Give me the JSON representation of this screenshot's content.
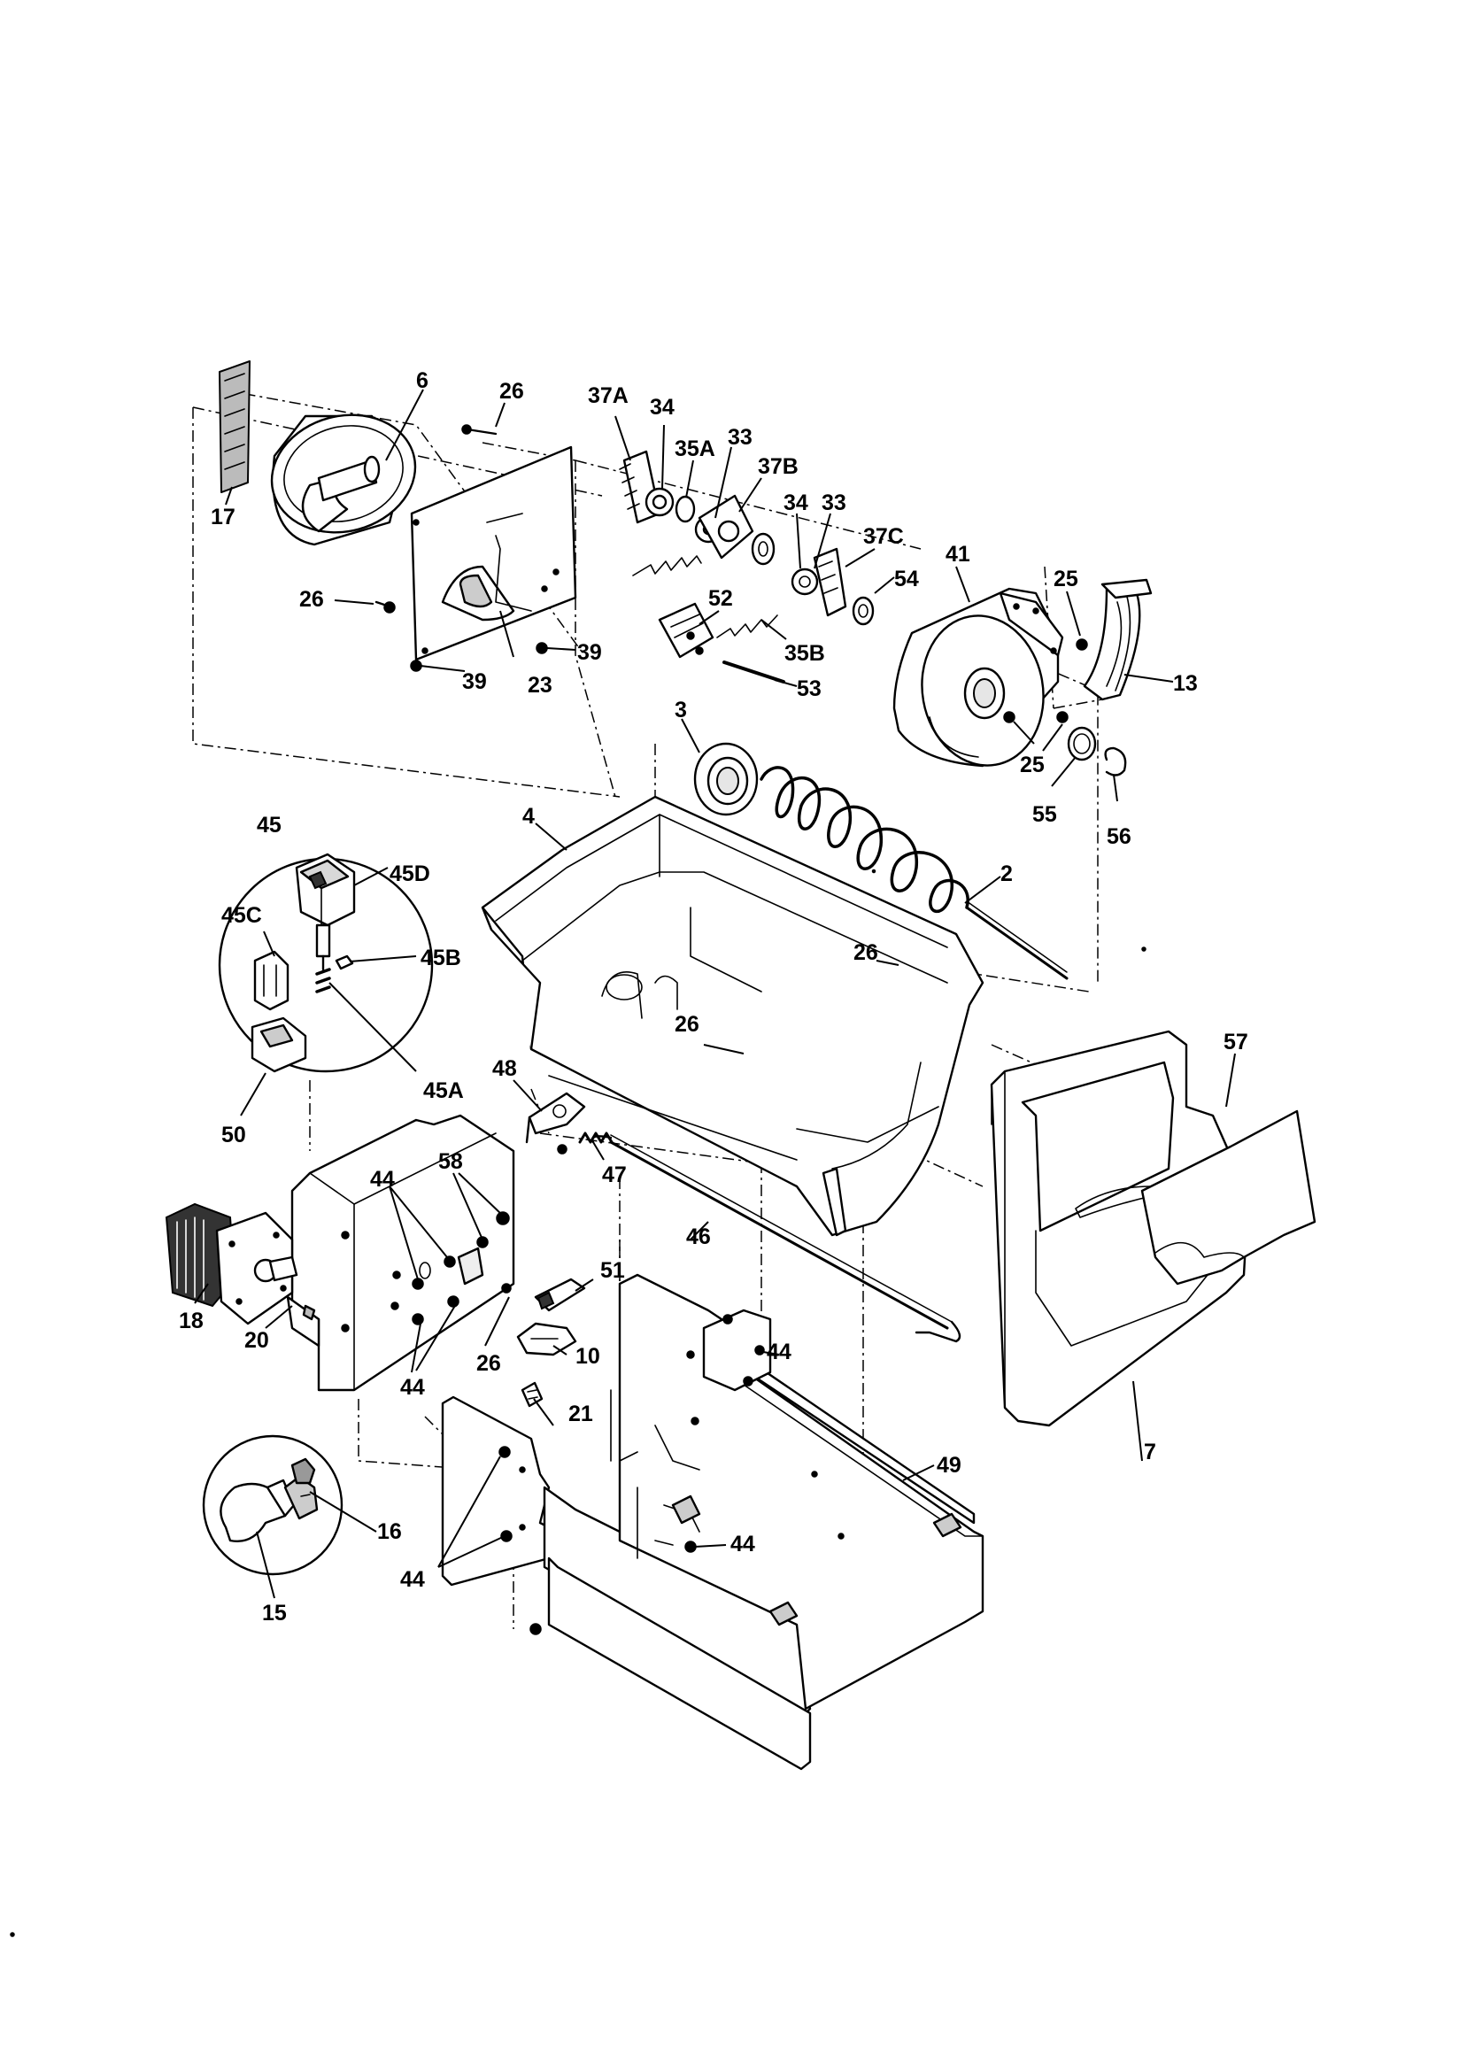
{
  "callouts": [
    {
      "id": "c6",
      "text": "6"
    },
    {
      "id": "c26a",
      "text": "26"
    },
    {
      "id": "c37a",
      "text": "37A"
    },
    {
      "id": "c34a",
      "text": "34"
    },
    {
      "id": "c35a",
      "text": "35A"
    },
    {
      "id": "c33a",
      "text": "33"
    },
    {
      "id": "c37b",
      "text": "37B"
    },
    {
      "id": "c34b",
      "text": "34"
    },
    {
      "id": "c33b",
      "text": "33"
    },
    {
      "id": "c37c",
      "text": "37C"
    },
    {
      "id": "c41",
      "text": "41"
    },
    {
      "id": "c25a",
      "text": "25"
    },
    {
      "id": "c17",
      "text": "17"
    },
    {
      "id": "c26b",
      "text": "26"
    },
    {
      "id": "c52",
      "text": "52"
    },
    {
      "id": "c54",
      "text": "54"
    },
    {
      "id": "c35b",
      "text": "35B"
    },
    {
      "id": "c13",
      "text": "13"
    },
    {
      "id": "c39a",
      "text": "39"
    },
    {
      "id": "c39b",
      "text": "39"
    },
    {
      "id": "c23",
      "text": "23"
    },
    {
      "id": "c53",
      "text": "53"
    },
    {
      "id": "c3",
      "text": "3"
    },
    {
      "id": "c25b",
      "text": "25"
    },
    {
      "id": "c55",
      "text": "55"
    },
    {
      "id": "c56",
      "text": "56"
    },
    {
      "id": "c45",
      "text": "45"
    },
    {
      "id": "c4",
      "text": "4"
    },
    {
      "id": "c2",
      "text": "2"
    },
    {
      "id": "c45d",
      "text": "45D"
    },
    {
      "id": "c45c",
      "text": "45C"
    },
    {
      "id": "c45b",
      "text": "45B"
    },
    {
      "id": "c26c",
      "text": "26"
    },
    {
      "id": "c26d",
      "text": "26"
    },
    {
      "id": "c45a",
      "text": "45A"
    },
    {
      "id": "c57",
      "text": "57"
    },
    {
      "id": "c48",
      "text": "48"
    },
    {
      "id": "c50",
      "text": "50"
    },
    {
      "id": "c47",
      "text": "47"
    },
    {
      "id": "c58",
      "text": "58"
    },
    {
      "id": "c44a",
      "text": "44"
    },
    {
      "id": "c46",
      "text": "46"
    },
    {
      "id": "c51",
      "text": "51"
    },
    {
      "id": "c44b",
      "text": "44"
    },
    {
      "id": "c10",
      "text": "10"
    },
    {
      "id": "c18",
      "text": "18"
    },
    {
      "id": "c20",
      "text": "20"
    },
    {
      "id": "c26e",
      "text": "26"
    },
    {
      "id": "c44c",
      "text": "44"
    },
    {
      "id": "c21",
      "text": "21"
    },
    {
      "id": "c7",
      "text": "7"
    },
    {
      "id": "c49",
      "text": "49"
    },
    {
      "id": "c16",
      "text": "16"
    },
    {
      "id": "c44d",
      "text": "44"
    },
    {
      "id": "c44e",
      "text": "44"
    },
    {
      "id": "c15",
      "text": "15"
    }
  ]
}
